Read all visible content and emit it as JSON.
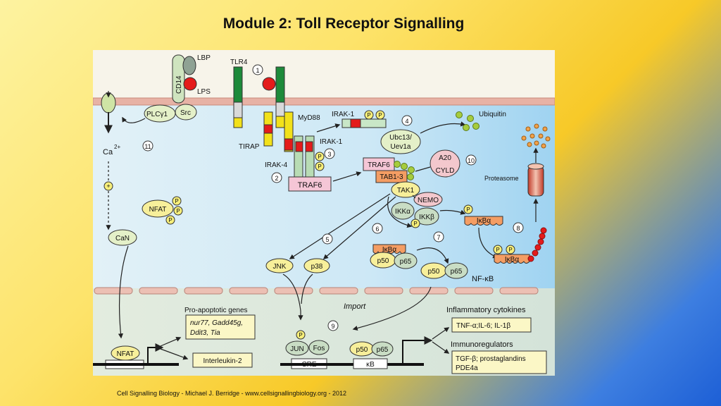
{
  "slide": {
    "title": "Module 2: Toll Receptor Signalling",
    "footer": "Cell Signalling Biology - Michael J. Berridge - www.cellsignallingbiology.org - 2012"
  },
  "diagram": {
    "receptor": {
      "lbp": "LBP",
      "cd14": "CD14",
      "lps": "LPS",
      "tlr4": "TLR4",
      "src": "Src",
      "plc": "PLCγ1",
      "myd88": "MyD88",
      "tirap": "TIRAP"
    },
    "irak": {
      "irak1": "IRAK-1",
      "irak4": "IRAK-4",
      "traf6": "TRAF6",
      "p": "P"
    },
    "ub": {
      "ubiquitin": "Ubiquitin",
      "ubc13": "Ubc13/",
      "uev1a": "Uev1a",
      "a20": "A20",
      "cyld": "CYLD",
      "proteasome": "Proteasome"
    },
    "tak": {
      "traf6": "TRAF6",
      "tab": "TAB1-3",
      "tak1": "TAK1",
      "nemo": "NEMO",
      "ikka": "IKKα",
      "ikkb": "IKKβ"
    },
    "nfkb": {
      "ikba": "IκBα",
      "p50": "p50",
      "p65": "p65",
      "label": "NF-κB"
    },
    "mapk": {
      "jnk": "JNK",
      "p38": "p38"
    },
    "calcium": {
      "ca": "Ca",
      "ca_sup": "2+",
      "plus": "+",
      "nfat": "NFAT",
      "can": "CaN"
    },
    "nucleus": {
      "import": "Import",
      "pro_apoptotic": "Pro-apoptotic genes",
      "genes_line1": "nur77, Gadd45g,",
      "genes_line2": "Ddit3, Tia",
      "il2": "Interleukin-2",
      "jun": "JUN",
      "fos": "Fos",
      "cre": "CRE",
      "kb": "κB",
      "inflammatory": "Inflammatory cytokines",
      "cytokines": "TNF-α;IL-6; IL-1β",
      "immunoregulators": "Immunoregulators",
      "tgf1": "TGF-β; prostaglandins",
      "tgf2": "PDE4a"
    },
    "steps": [
      "1",
      "2",
      "3",
      "4",
      "5",
      "6",
      "7",
      "8",
      "9",
      "10",
      "11"
    ]
  }
}
